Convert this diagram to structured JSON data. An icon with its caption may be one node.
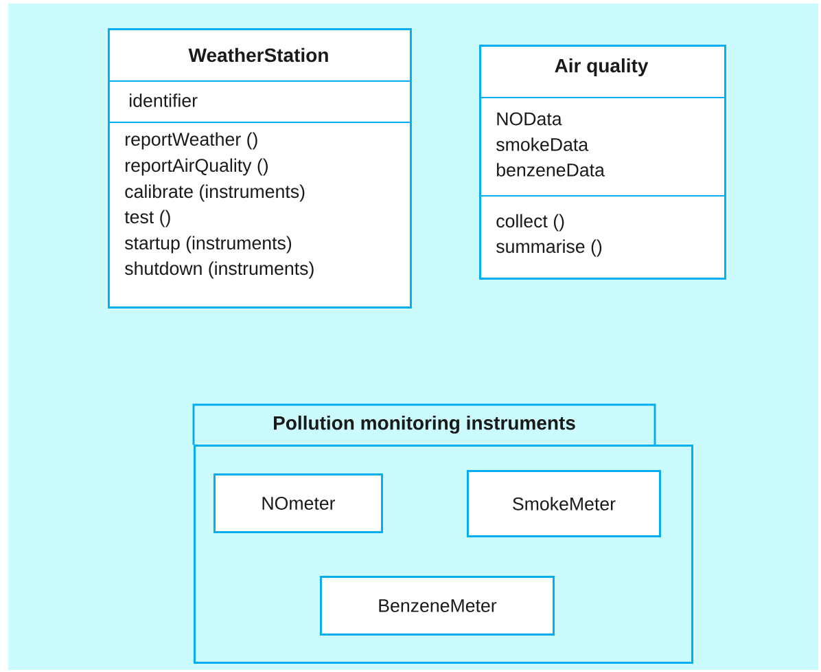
{
  "diagram": {
    "nodes": [
      {
        "text": [
          "WeatherStation",
          "identifier",
          "reportWeather ()",
          "reportAirQuality ()",
          "calibrate (instruments)",
          "test ()",
          "startup (instruments)",
          "shutdown (instruments)"
        ]
      },
      {
        "text": [
          "Air quality",
          "NOData",
          "smokeData",
          "benzeneData",
          "collect ()",
          "summarise ()"
        ]
      },
      {
        "text": [
          "Pollution monitoring instruments"
        ]
      },
      {
        "text": [
          "NOmeter"
        ],
        "in": 2
      },
      {
        "text": [
          "SmokeMeter"
        ],
        "in": 2
      },
      {
        "text": [
          "BenzeneMeter"
        ],
        "in": 2
      }
    ]
  }
}
